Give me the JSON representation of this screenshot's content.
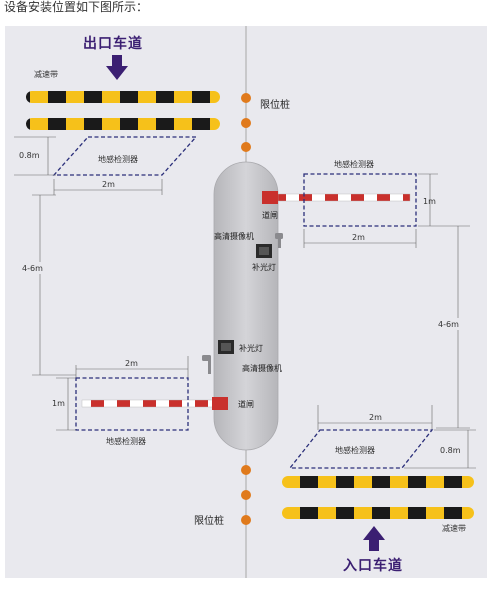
{
  "caption": "设备安装位置如下图所示：",
  "labels": {
    "exit_lane": "出口车道",
    "entry_lane": "入口车道",
    "speed_bump": "减速带",
    "limit_post": "限位桩",
    "loop_detector": "地感检测器",
    "barrier": "道闸",
    "hd_camera": "高清摄像机",
    "fill_light": "补光灯"
  },
  "dimensions": {
    "d_0_8m": "0.8m",
    "d_2m": "2m",
    "d_1m": "1m",
    "d_4_6m": "4-6m"
  },
  "colors": {
    "panel": "#e9e9ee",
    "divider": "#bdbdbd",
    "bump_yellow": "#f6c11a",
    "bump_black": "#1a1a1a",
    "post_orange": "#e07a1c",
    "island": "#c4c4c8",
    "loop_dash": "#2b2f7a",
    "arrow": "#3b1f72",
    "barrier_red": "#c9302c"
  }
}
